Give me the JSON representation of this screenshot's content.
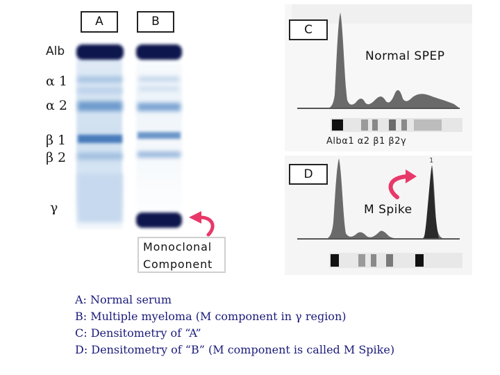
{
  "gel": {
    "lane_a_label": "A",
    "lane_b_label": "B",
    "fractions": [
      "Alb",
      "α 1",
      "α 2",
      "β 1",
      "β 2",
      "γ"
    ],
    "monoclonal_line1": "Monoclonal",
    "monoclonal_line2": "Component"
  },
  "panel_c": {
    "label": "C",
    "title": "Normal SPEP",
    "axis_labels": "Albα1 α2 β1 β2γ"
  },
  "panel_d": {
    "label": "D",
    "title": "M Spike",
    "peak_mark": "1"
  },
  "caption": {
    "line1": "A: Normal serum",
    "line2": "B: Multiple myeloma (M component in γ region)",
    "line3": "C: Densitometry of “A”",
    "line4": "D: Densitometry of “B” (M component is called M Spike)"
  },
  "colors": {
    "band_dark": "#0a1a5a",
    "band_light": "#7fa9d6",
    "caption_text": "#1a1a7a",
    "arrow": "#e8386a"
  }
}
